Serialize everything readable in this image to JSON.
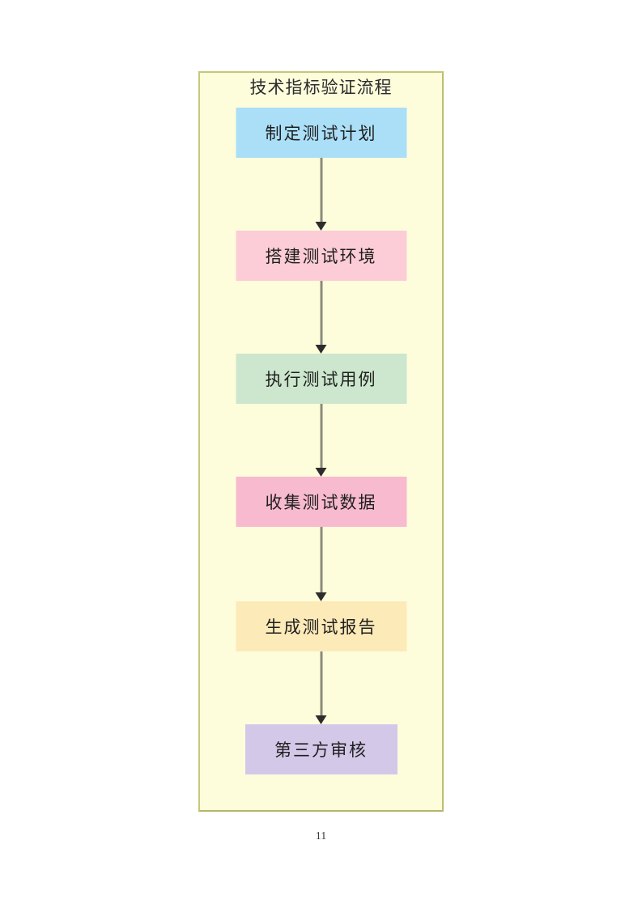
{
  "flowchart": {
    "title": "技术指标验证流程",
    "steps": [
      {
        "label": "制定测试计划",
        "color": "#abdff7"
      },
      {
        "label": "搭建测试环境",
        "color": "#fccdd7"
      },
      {
        "label": "执行测试用例",
        "color": "#cce7cd"
      },
      {
        "label": "收集测试数据",
        "color": "#f8bace"
      },
      {
        "label": "生成测试报告",
        "color": "#fdeab9"
      },
      {
        "label": "第三方审核",
        "color": "#d4c8e9"
      }
    ],
    "colors": {
      "container_background": "#fdfddc",
      "container_border": "#c5c878",
      "arrow_line": "#8c8c7a",
      "arrow_head": "#2d2d2d",
      "step_text": "#1f1f1f"
    }
  },
  "page": {
    "number": "11"
  }
}
